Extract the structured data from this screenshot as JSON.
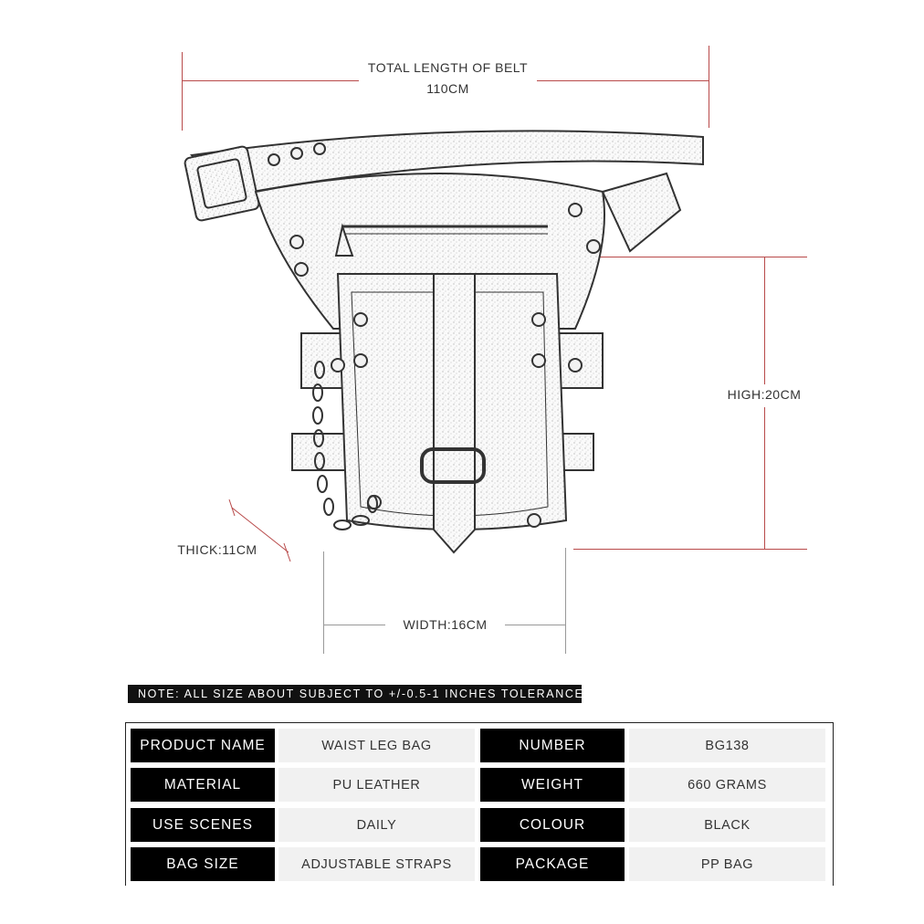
{
  "dimensions": {
    "belt_length_label": "TOTAL LENGTH OF BELT",
    "belt_length_value": "110CM",
    "high": "HIGH:20CM",
    "thick": "THICK:11CM",
    "width": "WIDTH:16CM"
  },
  "note": "NOTE: ALL SIZE ABOUT SUBJECT TO +/-0.5-1 INCHES TOLERANCE",
  "specs": [
    {
      "key": "PRODUCT NAME",
      "value": "WAIST LEG BAG",
      "key2": "NUMBER",
      "value2": "BG138"
    },
    {
      "key": "MATERIAL",
      "value": "PU LEATHER",
      "key2": "WEIGHT",
      "value2": "660 GRAMS"
    },
    {
      "key": "USE SCENES",
      "value": "DAILY",
      "key2": "COLOUR",
      "value2": "BLACK"
    },
    {
      "key": "BAG SIZE",
      "value": "ADJUSTABLE STRAPS",
      "key2": "PACKAGE",
      "value2": "PP BAG"
    }
  ]
}
